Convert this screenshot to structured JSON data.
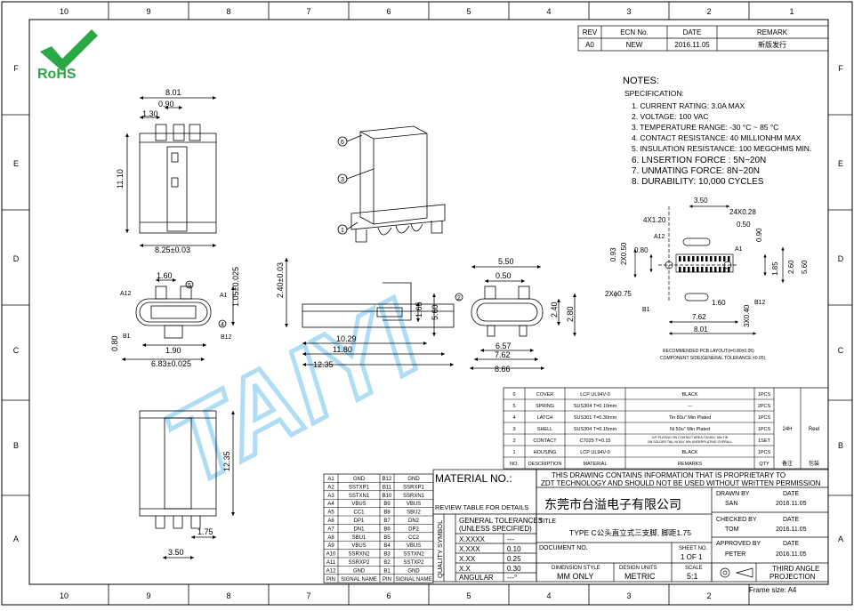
{
  "zones": {
    "cols": [
      "10",
      "9",
      "8",
      "7",
      "6",
      "5",
      "4",
      "3",
      "2",
      "1"
    ],
    "rows": [
      "F",
      "E",
      "D",
      "C",
      "B",
      "A"
    ]
  },
  "logo": {
    "rohs": "RoHS"
  },
  "watermark": {
    "text": "TAIYI"
  },
  "revision": {
    "headers": [
      "REV",
      "ECN No.",
      "DATE",
      "REMARK"
    ],
    "row": [
      "A0",
      "NEW",
      "2016.11.05",
      "新版发行"
    ]
  },
  "notes": {
    "title": "NOTES:",
    "subtitle": "SPECIFICATION:",
    "items": [
      "1. CURRENT RATING: 3.0A MAX",
      "2. VOLTAGE: 100 VAC",
      "3. TEMPERATURE RANGE: -30 °C ~ 85 °C",
      "4. CONTACT RESISTANCE: 40 MILLIONHM MAX",
      "5. INSULATION RESISTANCE: 100 MEGOHMS MIN.",
      "6. LNSERTION FORCE : 5N~20N",
      "7. UNMATING FORCE: 8N~20N",
      "8. DURABILITY:  10,000 CYCLES"
    ]
  },
  "callouts": {
    "1": "1",
    "2": "2",
    "3": "3",
    "4": "4",
    "5": "5",
    "6": "6"
  },
  "pin_labels": {
    "a12": "A12",
    "a1": "A1",
    "b1": "B1",
    "b12": "B12"
  },
  "dims": {
    "top_view": [
      "8.01",
      "0.90",
      "1.30",
      "8.25±0.03",
      "11.10"
    ],
    "front_view": [
      "1.60",
      "1.05±0.025",
      "0.80",
      "1.90",
      "6.83±0.025"
    ],
    "side_view": [
      "2.40±0.03",
      "1.65",
      "5.60",
      "10.29",
      "11.80",
      "12.35"
    ],
    "right_front": [
      "5.50",
      "0.50",
      "2.40",
      "2.80",
      "6.57",
      "7.62",
      "8.66"
    ],
    "pcb": [
      "3.50",
      "24X0.28",
      "4X1.20",
      "0.50",
      "0.90",
      "0.80",
      "0.93",
      "2X0.50",
      "2Xϕ0.75",
      "1.85",
      "2.60",
      "5.60",
      "1.60",
      "3X0.40",
      "7.62",
      "8.01"
    ],
    "bottom_view": [
      "12.35",
      "1.75",
      "3.50"
    ]
  },
  "pcb_notes": [
    "RECOMMENDED PCB LAYOUT(t=0.80±0.05)",
    "COMPONENT SIDE(GENERAL TOLERANCE:±0.05)"
  ],
  "pin_table": {
    "rows": [
      [
        "A1",
        "GND",
        "B12",
        "GND"
      ],
      [
        "A2",
        "SSTXP1",
        "B11",
        "SSRXP1"
      ],
      [
        "A3",
        "SSTXN1",
        "B10",
        "SSRXN1"
      ],
      [
        "A4",
        "VBUS",
        "B9",
        "VBUS"
      ],
      [
        "A5",
        "CC1",
        "B8",
        "SBU2"
      ],
      [
        "A6",
        "DP1",
        "B7",
        "DN2"
      ],
      [
        "A7",
        "DN1",
        "B6",
        "DP2"
      ],
      [
        "A8",
        "SBU1",
        "B5",
        "CC2"
      ],
      [
        "A9",
        "VBUS",
        "B4",
        "VBUS"
      ],
      [
        "A10",
        "SSRXN2",
        "B3",
        "SSTXN2"
      ],
      [
        "A11",
        "SSRXP2",
        "B2",
        "SSTXP2"
      ],
      [
        "A12",
        "GND",
        "B1",
        "GND"
      ],
      [
        "PIN",
        "SIGNAL NAME",
        "PIN",
        "SIGNAL NAME"
      ]
    ]
  },
  "bom": {
    "rows": [
      [
        "6",
        "COVER",
        "LCP UL94V-0",
        "BLACK",
        "1PCS"
      ],
      [
        "5",
        "SPRING",
        "SUS304 T=0.10mm",
        "---",
        "2PCS"
      ],
      [
        "4",
        "LATCH",
        "SUS301 T=0.30mm",
        "Tin 80u\" Min Plated",
        "1PCS"
      ],
      [
        "3",
        "SHELL",
        "SUS304 T=0.15mm",
        "Ni 50u\" Min Plated",
        "1PCS"
      ],
      [
        "2",
        "CONTACT",
        "C7025 T=0.15",
        "G/F PLATING ON CONTACT AREA,TIN 80u\" Min TIN ON SOLDER TAIL,Ni 50u\" Min UNDERPLATING OVERALL",
        "1SET"
      ],
      [
        "1",
        "HOUSING",
        "LCP UL94V-0",
        "BLACK",
        "1PCS"
      ],
      [
        "NO.",
        "DESCRIPTION",
        "MATERIAL",
        "REMARKS",
        "QTY"
      ]
    ],
    "extra": [
      "24H",
      "Reel",
      "备注",
      "包装"
    ]
  },
  "review": {
    "title": "MATERIAL  NO.:",
    "subtitle": "REVIEW TABLE FOR DETAILS",
    "general_tol": "GENERAL TOLERANCES",
    "unless": "(UNLESS SPECIFIED)",
    "quality_symbol": "QUALITY SYMBOL",
    "tol_rows": [
      {
        "label": "X.XXXX",
        "value": "---"
      },
      {
        "label": "X.XXX",
        "value": "0.10"
      },
      {
        "label": "X.XX",
        "value": "0.25"
      },
      {
        "label": "X.X",
        "value": "0.30"
      },
      {
        "label": "ANGULAR",
        "value": "---°"
      }
    ]
  },
  "title_block": {
    "proprietary": [
      "THIS DRAWING CONTAINS INFORMATION THAT IS PROPRIETARY TO",
      "ZDT TECHNOLOGY AND SHOULD NOT BE USED WITHOUT WRITTEN PERMISSION"
    ],
    "company": "东莞市台溢电子有限公司",
    "title_label": "TITLE",
    "title": "TYPE C公头直立式三支脚, 脚距1.75",
    "doc_no_label": "DOCUMENT NO.",
    "sheet_no_label": "SHEET NO.",
    "sheet_no": "1  OF  1",
    "dim_style_label": "DIMENSION STYLE",
    "dim_style": "MM ONLY",
    "units_label": "DESIGN UNITS",
    "units": "METRIC",
    "scale_label": "SCALE",
    "scale": "5:1",
    "drawn_by_label": "DRAWN BY",
    "date_label": "DATE",
    "drawn_by": "SAN",
    "drawn_date": "2016.11.05",
    "checked_by_label": "CHECKED BY",
    "checked_by": "TOM",
    "checked_date": "2016.11.05",
    "approved_by_label": "APPROVED BY",
    "approved_by": "PETER",
    "approved_date": "2016.11.05",
    "projection": [
      "THIRD ANGLE",
      "PROJECTION"
    ],
    "frame_size": "Frame size: A4"
  }
}
